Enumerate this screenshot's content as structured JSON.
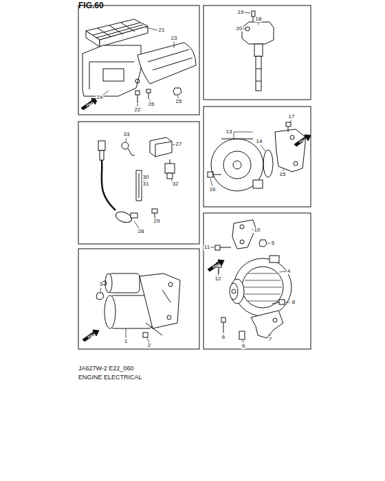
{
  "diagram": {
    "title": "FIG.60",
    "caption": "ENGINE ELECTRICAL",
    "labels": [
      "21",
      "23",
      "24",
      "22",
      "26",
      "25",
      "FWD",
      "19",
      "20",
      "18",
      "33",
      "27",
      "30",
      "31",
      "32",
      "29",
      "28",
      "17",
      "13",
      "14",
      "FWD",
      "15",
      "16",
      "10",
      "5",
      "11",
      "4",
      "12",
      "8",
      "FWD",
      "6",
      "7",
      "9",
      "3",
      "FWD",
      "1",
      "2",
      "JA627W-2 E22_060"
    ]
  }
}
